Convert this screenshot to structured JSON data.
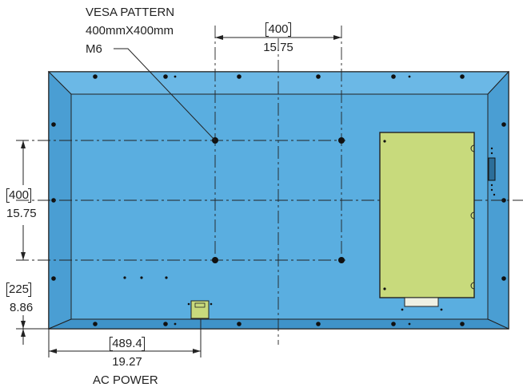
{
  "colors": {
    "panel_face": "#5aaee0",
    "panel_bevel": "#4a9ed3",
    "panel_outline": "#222222",
    "board_fill": "#c8da7c",
    "line": "#222222"
  },
  "vesa_note": {
    "line1": "VESA PATTERN",
    "line2": "400mmX400mm",
    "line3": "M6"
  },
  "dim_vesa_horizontal": {
    "metric": "400",
    "imperial": "15.75"
  },
  "dim_vesa_vertical": {
    "metric": "400",
    "imperial": "15.75"
  },
  "dim_ac_height": {
    "metric": "225",
    "imperial": "8.86"
  },
  "dim_ac_offset": {
    "metric": "489.4",
    "imperial": "19.27",
    "caption": "AC POWER"
  }
}
